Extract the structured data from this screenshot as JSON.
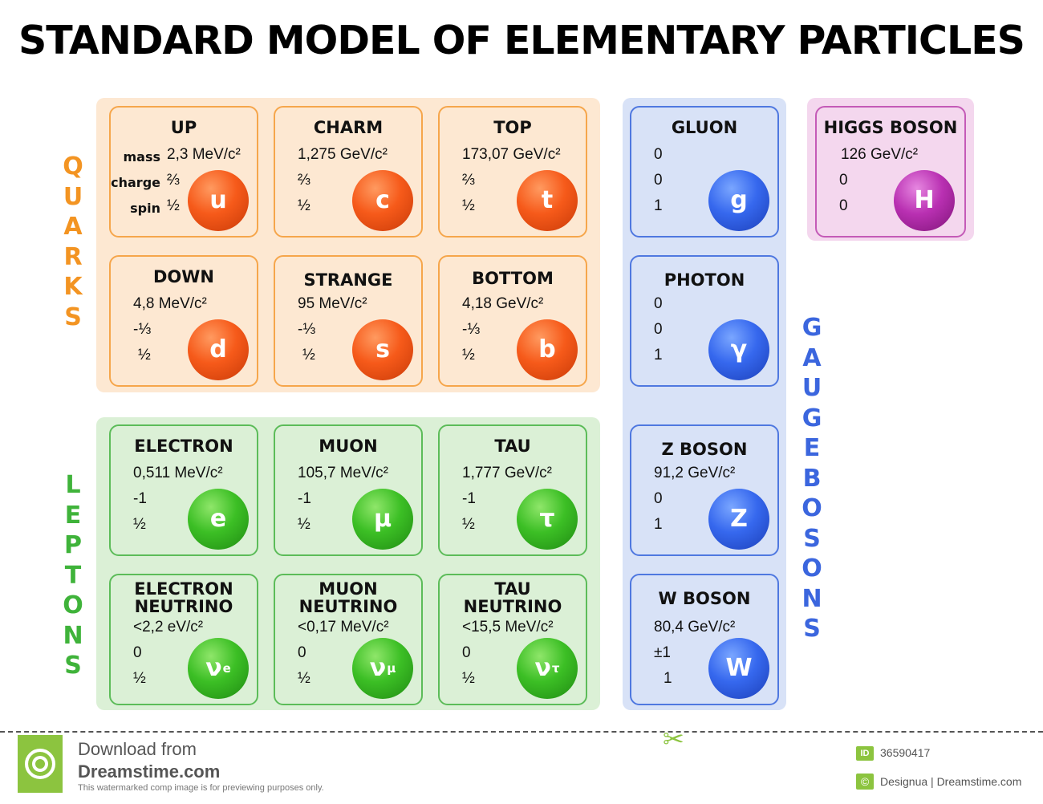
{
  "title": "STANDARD MODEL OF ELEMENTARY PARTICLES",
  "group_labels": {
    "quarks": "QUARKS",
    "leptons": "LEPTONS",
    "gauge_bosons": "GAUGEBOSONS"
  },
  "property_keys": {
    "mass": "mass",
    "charge": "charge",
    "spin": "spin"
  },
  "particles": {
    "up": {
      "name": "UP",
      "mass": "2,3 MeV/c²",
      "charge": "⅔",
      "spin": "½",
      "symbol": "u"
    },
    "charm": {
      "name": "CHARM",
      "mass": "1,275 GeV/c²",
      "charge": "⅔",
      "spin": "½",
      "symbol": "c"
    },
    "top": {
      "name": "TOP",
      "mass": "173,07 GeV/c²",
      "charge": "⅔",
      "spin": "½",
      "symbol": "t"
    },
    "down": {
      "name": "DOWN",
      "mass": "4,8 MeV/c²",
      "charge": "-⅓",
      "spin": "½",
      "symbol": "d"
    },
    "strange": {
      "name": "STRANGE",
      "mass": "95 MeV/c²",
      "charge": "-⅓",
      "spin": "½",
      "symbol": "s"
    },
    "bottom": {
      "name": "BOTTOM",
      "mass": "4,18 GeV/c²",
      "charge": "-⅓",
      "spin": "½",
      "symbol": "b"
    },
    "electron": {
      "name": "ELECTRON",
      "mass": "0,511 MeV/c²",
      "charge": "-1",
      "spin": "½",
      "symbol": "e"
    },
    "muon": {
      "name": "MUON",
      "mass": "105,7 MeV/c²",
      "charge": "-1",
      "spin": "½",
      "symbol": "μ"
    },
    "tau": {
      "name": "TAU",
      "mass": "1,777 GeV/c²",
      "charge": "-1",
      "spin": "½",
      "symbol": "τ"
    },
    "electron_neutrino": {
      "name1": "ELECTRON",
      "name2": "NEUTRINO",
      "mass": "<2,2 eV/c²",
      "charge": "0",
      "spin": "½",
      "symbol": "ν",
      "sub": "e"
    },
    "muon_neutrino": {
      "name1": "MUON",
      "name2": "NEUTRINO",
      "mass": "<0,17 MeV/c²",
      "charge": "0",
      "spin": "½",
      "symbol": "ν",
      "sub": "μ"
    },
    "tau_neutrino": {
      "name1": "TAU",
      "name2": "NEUTRINO",
      "mass": "<15,5 MeV/c²",
      "charge": "0",
      "spin": "½",
      "symbol": "ν",
      "sub": "τ"
    },
    "gluon": {
      "name": "GLUON",
      "mass": "0",
      "charge": "0",
      "spin": "1",
      "symbol": "g"
    },
    "photon": {
      "name": "PHOTON",
      "mass": "0",
      "charge": "0",
      "spin": "1",
      "symbol": "γ"
    },
    "z_boson": {
      "name": "Z BOSON",
      "mass": "91,2 GeV/c²",
      "charge": "0",
      "spin": "1",
      "symbol": "Z"
    },
    "w_boson": {
      "name": "W BOSON",
      "mass": "80,4 GeV/c²",
      "charge": "±1",
      "spin": "1",
      "symbol": "W"
    },
    "higgs": {
      "name": "HIGGS BOSON",
      "mass": "126 GeV/c²",
      "charge": "0",
      "spin": "0",
      "symbol": "H"
    }
  },
  "colors": {
    "quark_fill": "#fde8d2",
    "quark_border": "#f6a64b",
    "quark_ball": "#f65a1a",
    "lepton_fill": "#dbf0d6",
    "lepton_border": "#5cbc59",
    "lepton_ball": "#3cbf25",
    "boson_fill": "#d8e2f7",
    "boson_border": "#4f78e0",
    "boson_ball": "#3668ee",
    "higgs_fill": "#f4d7ee",
    "higgs_border": "#c45ab7",
    "higgs_ball": "#b930b2"
  },
  "footer": {
    "download_line1": "Download from",
    "download_line2": "Dreamstime.com",
    "watermark_note": "This watermarked comp image is for previewing purposes only.",
    "id_badge": "ID",
    "image_id": "36590417",
    "copyright_badge": "©",
    "credit": "Designua | Dreamstime.com"
  }
}
